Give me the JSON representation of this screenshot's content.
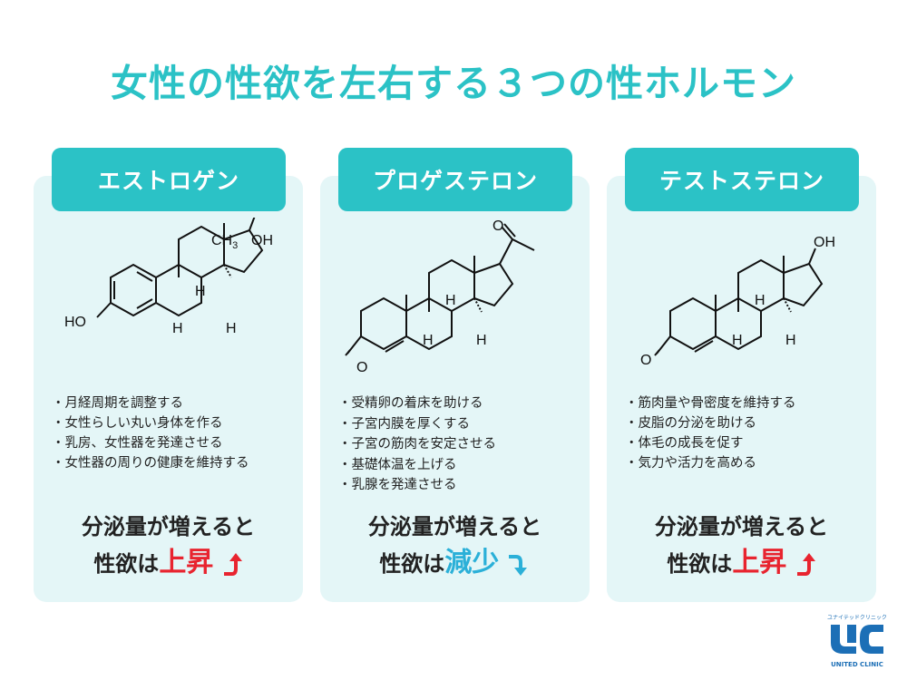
{
  "title": "女性の性欲を左右する３つの性ホルモン",
  "colors": {
    "accent": "#2bc2c6",
    "card_bg": "#e4f6f7",
    "up": "#e8242f",
    "down": "#2bb0d8"
  },
  "cards": [
    {
      "name": "エストロゲン",
      "molecule_labels": {
        "ch3": "CH",
        "ch3_sub": "3",
        "oh": "OH",
        "ho": "HO",
        "h1": "H",
        "h2": "H",
        "h3": "H"
      },
      "bullets": [
        "月経周期を調整する",
        "女性らしい丸い身体を作る",
        "乳房、女性器を発達させる",
        "女性器の周りの健康を維持する"
      ],
      "summary_line1": "分泌量が増えると",
      "summary_prefix": "性欲は",
      "summary_result": "上昇",
      "trend": "up"
    },
    {
      "name": "プロゲステロン",
      "molecule_labels": {
        "o_top": "O",
        "o_ring": "O",
        "h1": "H",
        "h2": "H",
        "h3": "H"
      },
      "bullets": [
        "受精卵の着床を助ける",
        "子宮内膜を厚くする",
        "子宮の筋肉を安定させる",
        "基礎体温を上げる",
        "乳腺を発達させる"
      ],
      "summary_line1": "分泌量が増えると",
      "summary_prefix": "性欲は",
      "summary_result": "減少",
      "trend": "down"
    },
    {
      "name": "テストステロン",
      "molecule_labels": {
        "oh": "OH",
        "o_ring": "O",
        "h1": "H",
        "h2": "H",
        "h3": "H"
      },
      "bullets": [
        "筋肉量や骨密度を維持する",
        "皮脂の分泌を助ける",
        "体毛の成長を促す",
        "気力や活力を高める"
      ],
      "summary_line1": "分泌量が増えると",
      "summary_prefix": "性欲は",
      "summary_result": "上昇",
      "trend": "up"
    }
  ],
  "logo": {
    "top_text": "ユナイテッドクリニック",
    "mark": "UC",
    "bottom_text": "UNITED CLINIC"
  }
}
